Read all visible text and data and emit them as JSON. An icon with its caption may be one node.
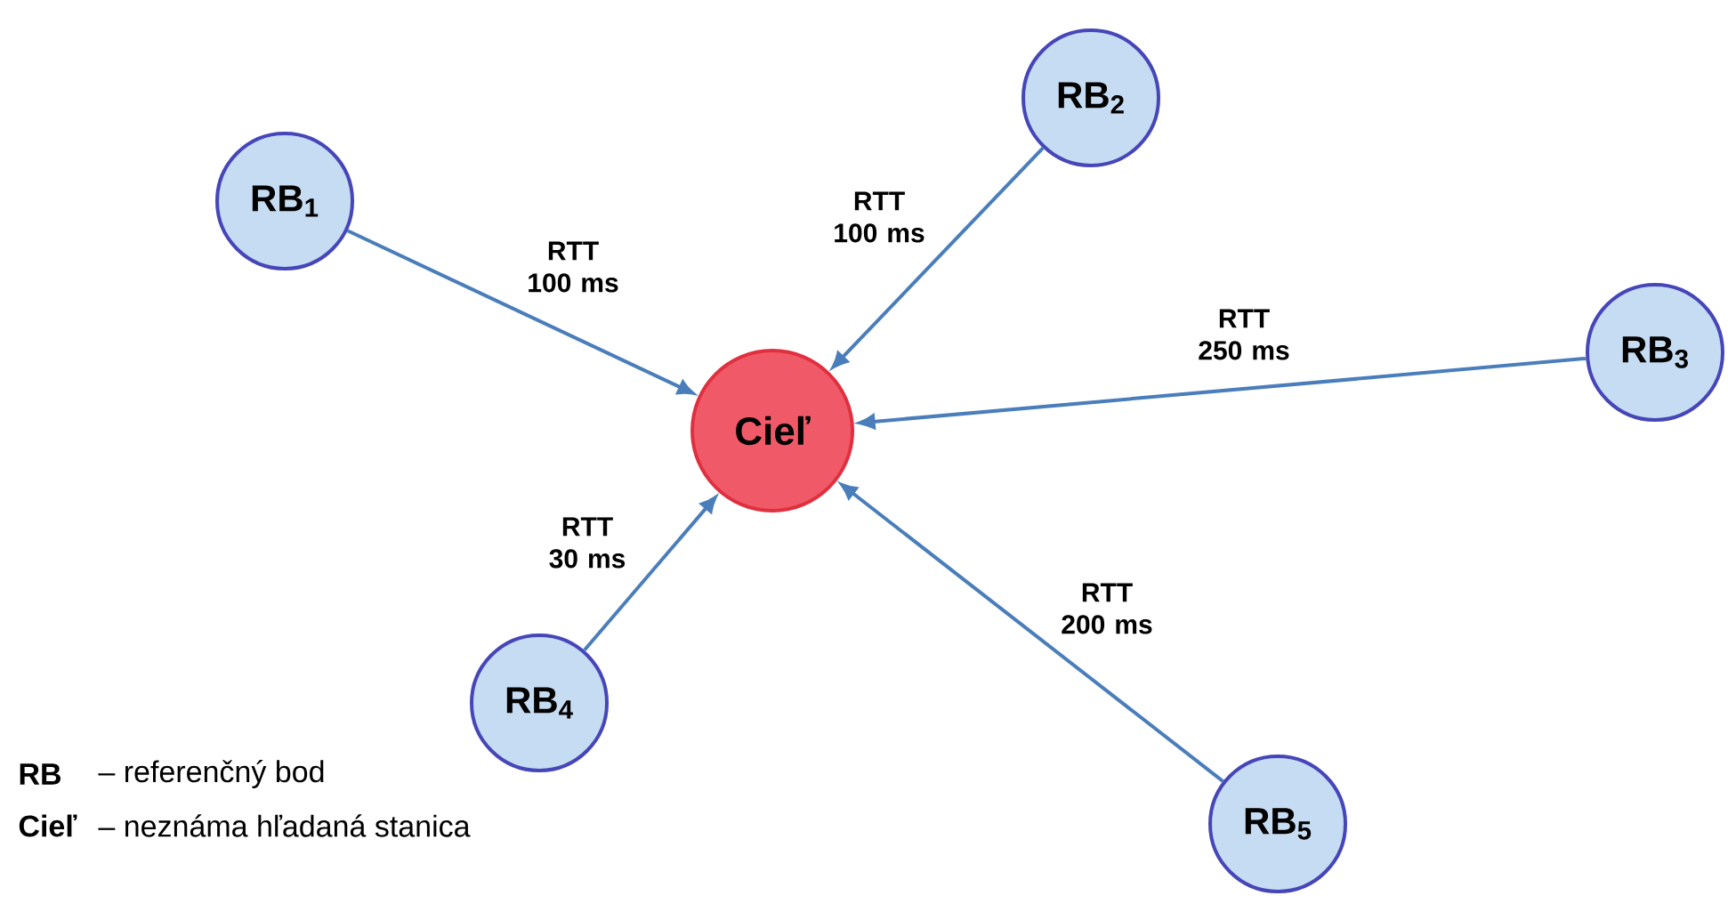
{
  "diagram": {
    "nodes": [
      {
        "text": [
          "RB$_{1}$"
        ]
      },
      {
        "text": [
          "RB$_{2}$"
        ]
      },
      {
        "text": [
          "Cieľ"
        ]
      },
      {
        "text": [
          "RB$_{3}$"
        ]
      },
      {
        "text": [
          "RB$_{4}$"
        ]
      },
      {
        "text": [
          "RB$_{5}$"
        ]
      }
    ],
    "edges": [
      {
        "from": 0,
        "to": 2,
        "arrow": "to",
        "label": "RTT 100 ms"
      },
      {
        "from": 1,
        "to": 2,
        "arrow": "to",
        "label": "RTT 100 ms"
      },
      {
        "from": 3,
        "to": 2,
        "arrow": "to",
        "label": "RTT 250 ms"
      },
      {
        "from": 4,
        "to": 2,
        "arrow": "to",
        "label": "RTT 30 ms"
      },
      {
        "from": 5,
        "to": 2,
        "arrow": "to",
        "label": "RTT 200 ms"
      }
    ],
    "labels": [
      "RB",
      "– referenčný bod",
      "Cieľ",
      "– neznáma hľadaná stanica"
    ]
  }
}
